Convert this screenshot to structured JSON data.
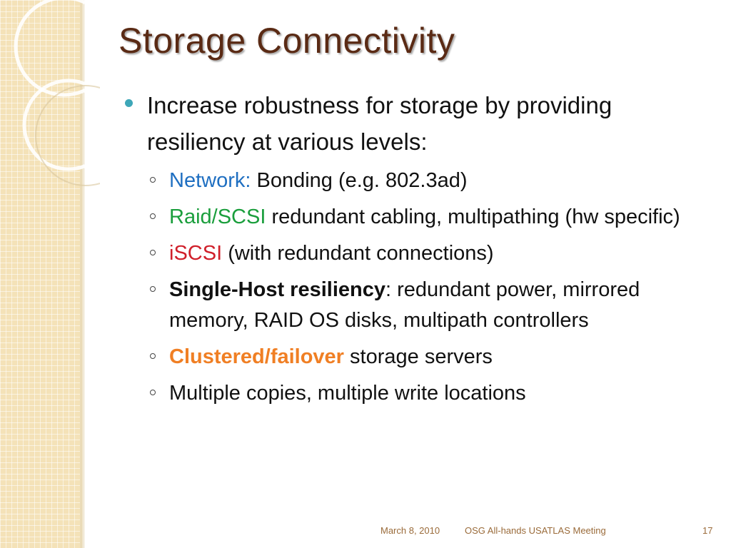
{
  "slide": {
    "title": "Storage Connectivity",
    "main_bullet": "Increase robustness for storage by providing resiliency at various levels:",
    "sub_bullets": [
      {
        "label": "Network:",
        "text": " Bonding (e.g. 802.3ad)"
      },
      {
        "label": "Raid/SCSI",
        "text": " redundant cabling, multipathing (hw specific)"
      },
      {
        "label": "iSCSI",
        "text": " (with redundant connections)"
      },
      {
        "label": "Single-Host resiliency",
        "text": ": redundant power, mirrored memory, RAID OS disks, multipath controllers"
      },
      {
        "label": "Clustered/failover",
        "text": " storage servers"
      },
      {
        "label": "",
        "text": "Multiple copies, multiple write locations"
      }
    ]
  },
  "footer": {
    "date": "March 8, 2010",
    "meeting": "OSG All-hands USATLAS Meeting",
    "page": "17"
  },
  "colors": {
    "title": "#5a2a14",
    "bullet": "#3ea7b8",
    "network": "#1f6fc1",
    "raid": "#1a9e3c",
    "iscsi": "#d01f2a",
    "clustered": "#f07f24",
    "band": "#f4e2b8"
  }
}
